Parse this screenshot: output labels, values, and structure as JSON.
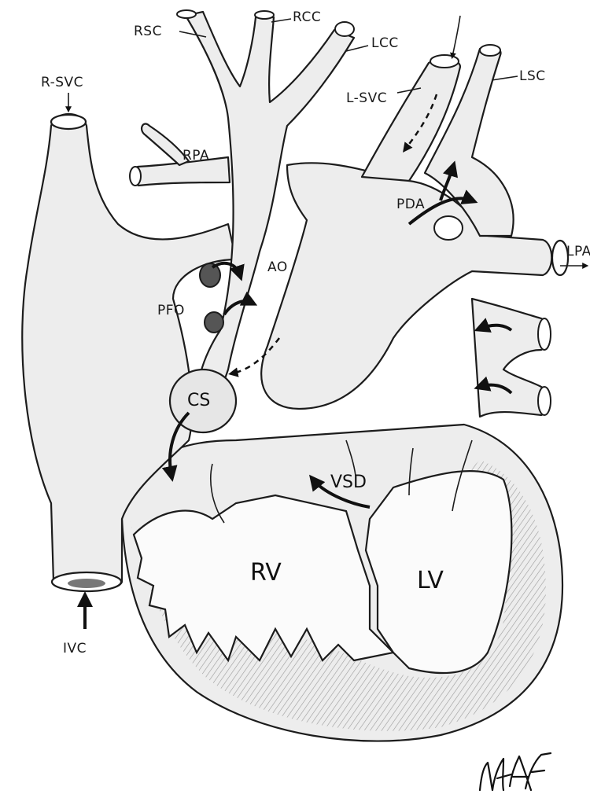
{
  "labels": {
    "rsc": "RSC",
    "rcc": "RCC",
    "lcc": "LCC",
    "r_svc": "R-SVC",
    "l_svc": "L-SVC",
    "lsc": "LSC",
    "rpa": "RPA",
    "pda": "PDA",
    "lpa": "LPA",
    "ao": "AO",
    "pfo": "PFO",
    "cs": "CS",
    "vsd": "VSD",
    "rv": "RV",
    "lv": "LV",
    "ivc": "IVC"
  },
  "signature": "MAF"
}
